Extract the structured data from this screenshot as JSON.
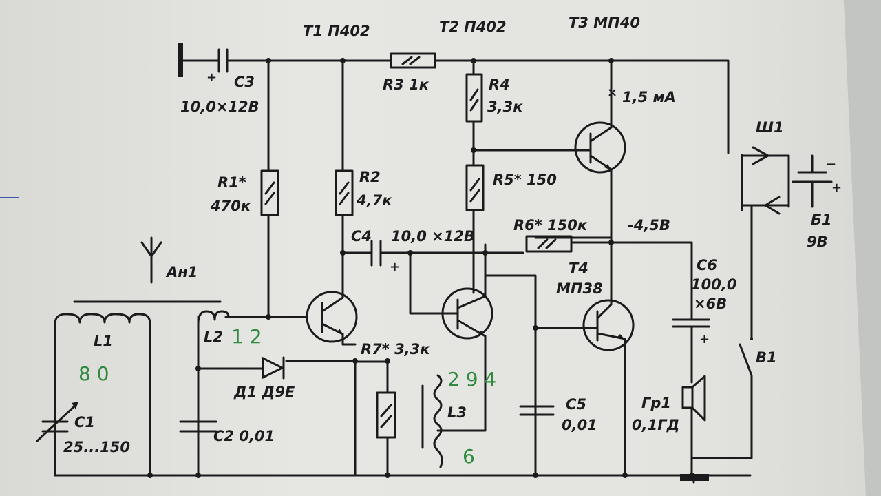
{
  "labels": {
    "t1": "T1 П402",
    "t2": "T2 П402",
    "t3": "T3 МП40",
    "t4a": "T4",
    "t4b": "МП38",
    "c3_name": "C3",
    "c3_val": "10,0×12В",
    "r3": "R3 1к",
    "r4_name": "R4",
    "r4_val": "3,3к",
    "current": "1,5 мА",
    "r1_name": "R1*",
    "r1_val": "470к",
    "r2_name": "R2",
    "r2_val": "4,7к",
    "r5": "R5* 150",
    "r6": "R6* 150к",
    "voltage": "-4,5В",
    "c4_name": "C4",
    "c4_val": "10,0 ×12В",
    "antenna": "Ан1",
    "l1": "L1",
    "l2": "L2",
    "r7": "R7* 3,3к",
    "d1": "Д1 Д9Е",
    "c1_name": "C1",
    "c1_val": "25...150",
    "c2": "C2 0,01",
    "l3": "L3",
    "c5_name": "C5",
    "c5_val": "0,01",
    "c6_name": "C6",
    "c6_val1": "100,0",
    "c6_val2": "×6В",
    "gr1_name": "Гр1",
    "gr1_val": "0,1ГД",
    "b1": "В1",
    "sh1": "Ш1",
    "bat_name": "Б1",
    "bat_val": "9В"
  },
  "annotations": {
    "l1_turns": "8 0",
    "l2_turns": "1 2",
    "l3_turns_top": "2 9 4",
    "l3_turns_bottom": "6"
  },
  "colors": {
    "ink": "#1b1b1d",
    "paper": "#e8e8e5",
    "annotation": "#2f8a3e",
    "blue_line": "#3f56b0"
  }
}
